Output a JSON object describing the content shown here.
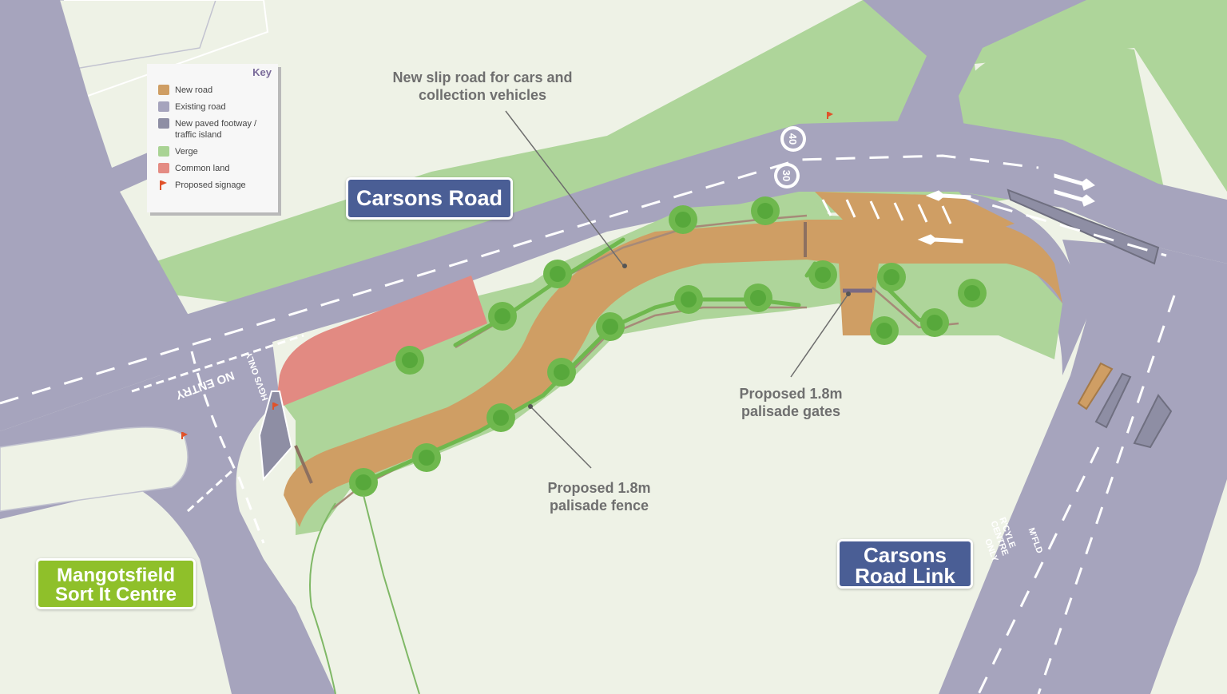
{
  "labels": {
    "carsons_road": "Carsons Road",
    "carsons_road_link_1": "Carsons",
    "carsons_road_link_2": "Road Link",
    "mangotsfield_1": "Mangotsfield",
    "mangotsfield_2": "Sort It Centre"
  },
  "callouts": {
    "slip_road_1": "New slip road for cars and",
    "slip_road_2": "collection vehicles",
    "gates_1": "Proposed 1.8m",
    "gates_2": "palisade gates",
    "fence_1": "Proposed 1.8m",
    "fence_2": "palisade fence"
  },
  "road_markings": {
    "speed_40": "40",
    "speed_30": "30",
    "no_entry": "NO ENTRY",
    "hgvs_only": "HGVS ONLY",
    "recycle_centre_1": "R'CYLE",
    "recycle_centre_2": "CENTRE",
    "recycle_centre_3": "ONLY",
    "mangotsfield_marking": "M'FLD"
  },
  "key": {
    "title": "Key",
    "items": [
      {
        "label": "New road",
        "color": "#cf9e64"
      },
      {
        "label": "Existing road",
        "color": "#a6a4bd"
      },
      {
        "label": "New paved footway / traffic island",
        "color": "#8e8ea4"
      },
      {
        "label": "Verge",
        "color": "#a9d394"
      },
      {
        "label": "Common land",
        "color": "#e48b83"
      },
      {
        "label": "Proposed signage",
        "color": "#e0522a",
        "icon": "flag-icon"
      }
    ]
  },
  "colors": {
    "background": "#eef2e6",
    "new_road": "#cf9e64",
    "existing_road": "#a6a4bd",
    "footway": "#8e8ea4",
    "verge": "#a9d394",
    "common_land": "#e48b83",
    "signage": "#e0522a",
    "tree": "#6fb84e",
    "carsons_road_label": "#4a5e95",
    "mangotsfield_label": "#8fc02a"
  }
}
